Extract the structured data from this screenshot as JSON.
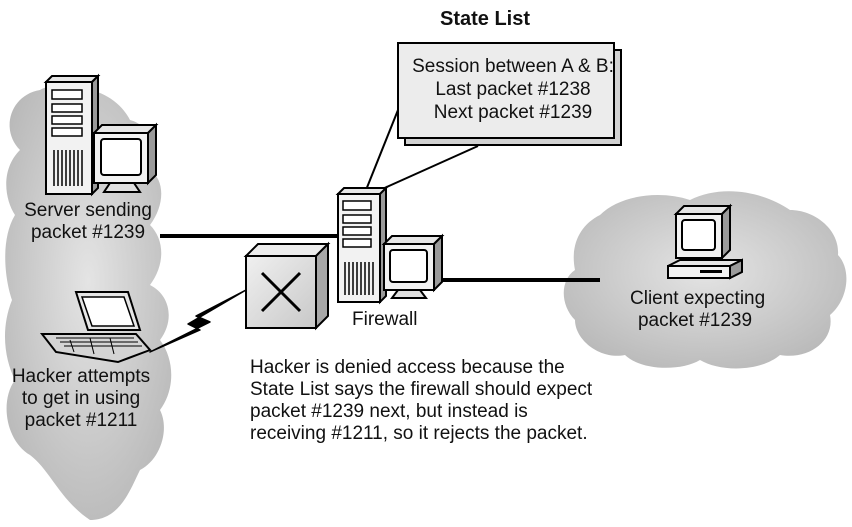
{
  "state_list": {
    "title": "State List",
    "lines": [
      "Session between A & B:",
      "Last packet #1238",
      "Next packet #1239"
    ]
  },
  "server": {
    "lines": [
      "Server sending",
      "packet #1239"
    ]
  },
  "hacker": {
    "lines": [
      "Hacker attempts",
      "to get in using",
      "packet #1211"
    ]
  },
  "client": {
    "lines": [
      "Client expecting",
      "packet #1239"
    ]
  },
  "firewall": {
    "label": "Firewall"
  },
  "explanation": {
    "lines": [
      "Hacker is denied access because the",
      "State List says the firewall should expect",
      "packet #1239 next, but instead is",
      "receiving #1211, so it rejects the packet."
    ]
  },
  "icons": [
    "server-tower-icon",
    "monitor-icon",
    "laptop-icon",
    "lightning-bolt-icon",
    "reject-x-box-icon",
    "cloud-icon"
  ],
  "colors": {
    "cloud": "#c9c9c9",
    "line": "#000000",
    "box_fill": "#d8d8d8"
  }
}
